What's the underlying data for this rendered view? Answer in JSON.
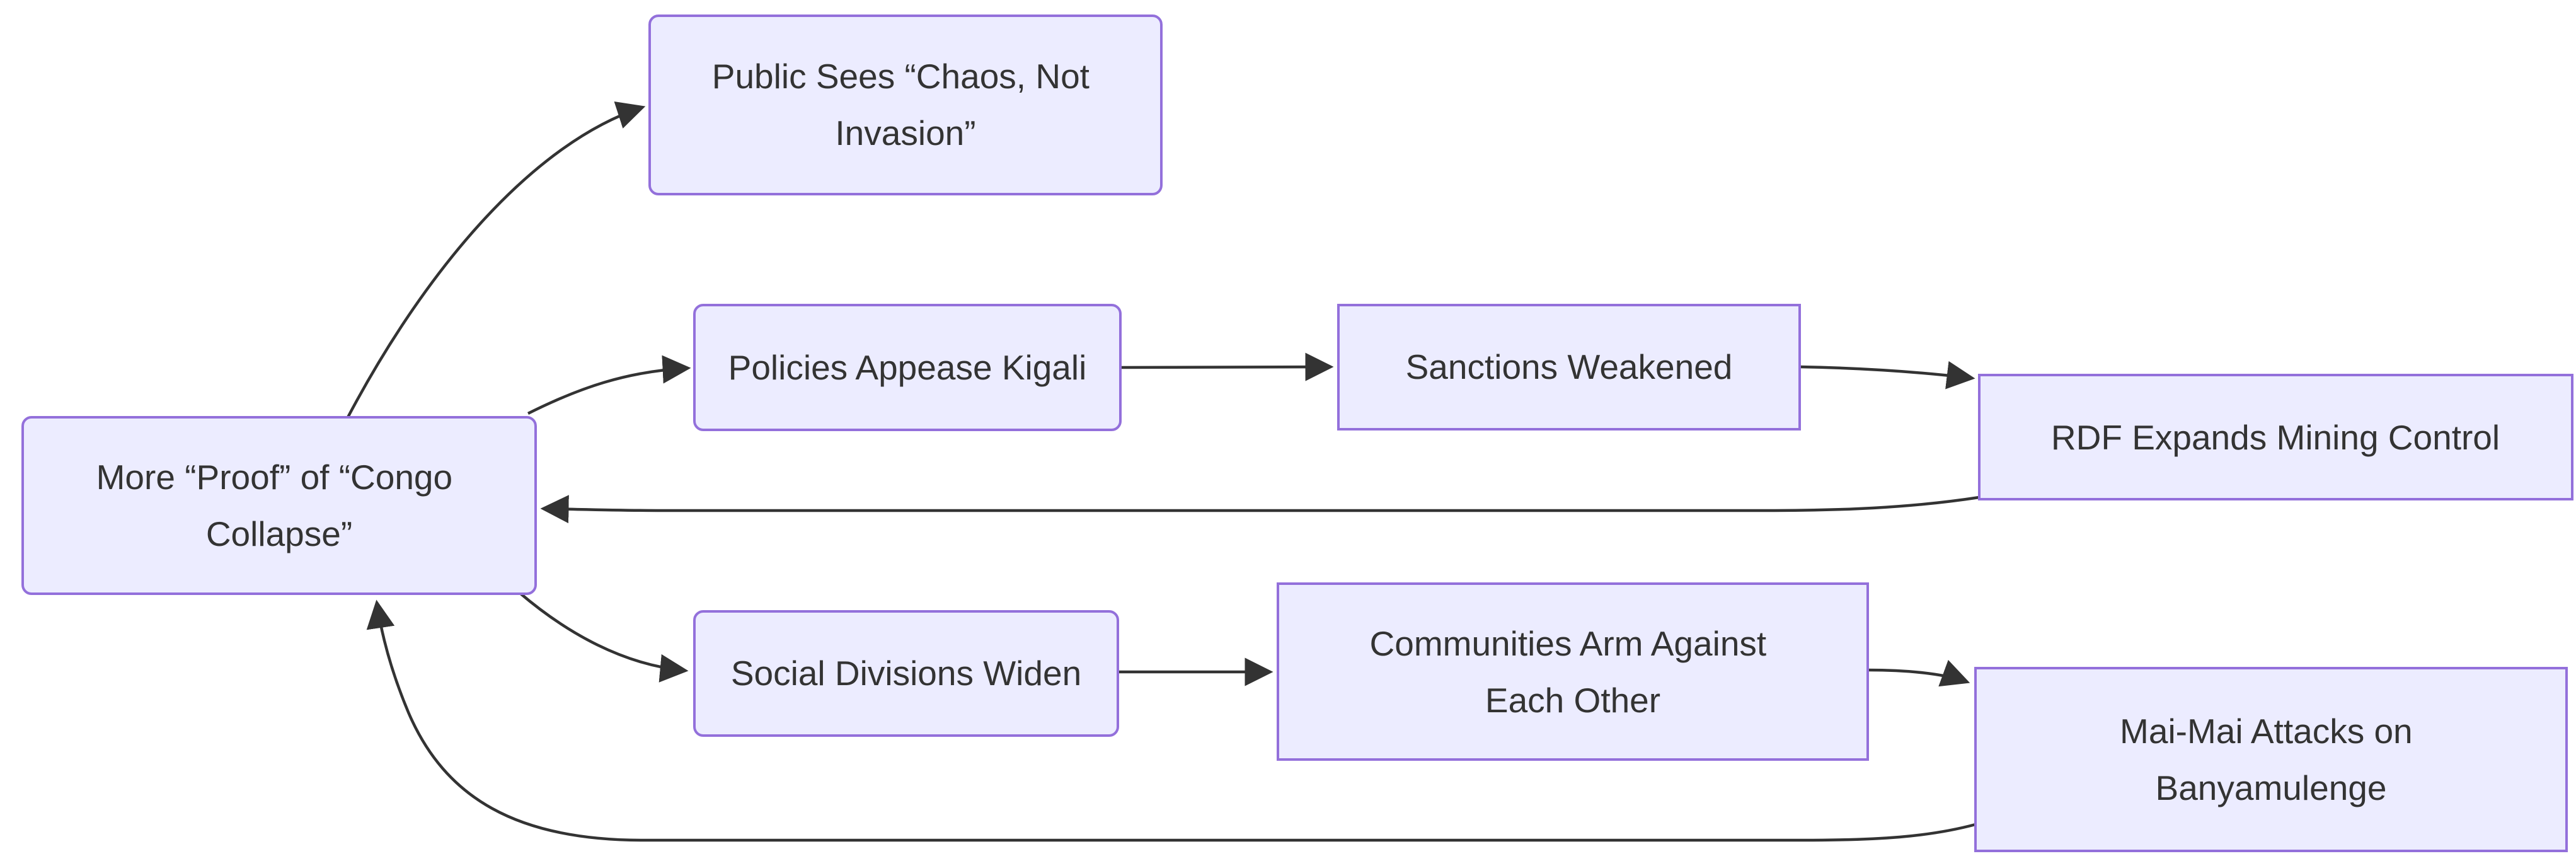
{
  "diagram": {
    "type": "flowchart",
    "background": "#FFFFFF",
    "node_fill": "#ECECFF",
    "node_border": "#9370DB",
    "edge_color": "#333333",
    "text_color": "#333333",
    "nodes": [
      {
        "id": "proof",
        "label": "More “Proof” of “Congo Collapse”",
        "lines": [
          "More “Proof” of “Congo",
          "Collapse”"
        ]
      },
      {
        "id": "public",
        "label": "Public Sees “Chaos, Not Invasion”",
        "lines": [
          "Public Sees “Chaos, Not",
          "Invasion”"
        ]
      },
      {
        "id": "policies",
        "label": "Policies Appease Kigali",
        "lines": [
          "Policies Appease Kigali"
        ]
      },
      {
        "id": "sanctions",
        "label": "Sanctions Weakened",
        "lines": [
          "Sanctions Weakened"
        ]
      },
      {
        "id": "rdf",
        "label": "RDF Expands Mining Control",
        "lines": [
          "RDF Expands Mining Control"
        ]
      },
      {
        "id": "social",
        "label": "Social Divisions Widen",
        "lines": [
          "Social Divisions Widen"
        ]
      },
      {
        "id": "communities",
        "label": "Communities Arm Against Each Other",
        "lines": [
          "Communities Arm Against",
          "Each Other"
        ]
      },
      {
        "id": "maimai",
        "label": "Mai-Mai Attacks on Banyamulenge",
        "lines": [
          "Mai-Mai Attacks on",
          "Banyamulenge"
        ]
      }
    ],
    "edges": [
      {
        "from": "proof",
        "to": "public"
      },
      {
        "from": "proof",
        "to": "policies"
      },
      {
        "from": "policies",
        "to": "sanctions"
      },
      {
        "from": "sanctions",
        "to": "rdf"
      },
      {
        "from": "rdf",
        "to": "proof"
      },
      {
        "from": "proof",
        "to": "social"
      },
      {
        "from": "social",
        "to": "communities"
      },
      {
        "from": "communities",
        "to": "maimai"
      },
      {
        "from": "maimai",
        "to": "proof"
      }
    ]
  }
}
